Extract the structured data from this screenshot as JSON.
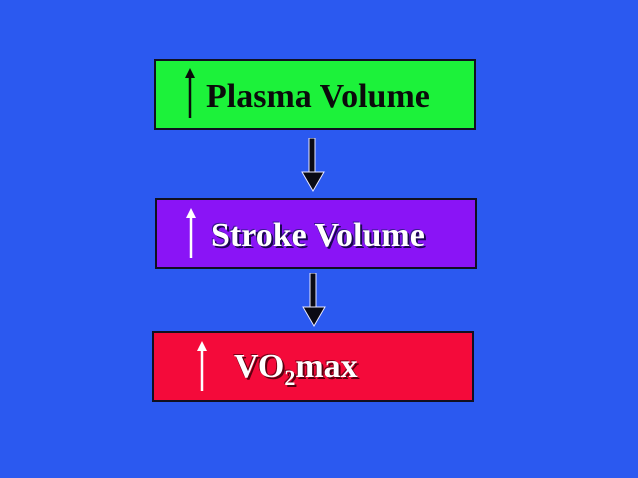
{
  "boxes": [
    {
      "id": "plasma",
      "text": "Plasma Volume",
      "direction": "up"
    },
    {
      "id": "stroke",
      "text": "Stroke Volume",
      "direction": "up"
    },
    {
      "id": "vo2",
      "text_main": "VO",
      "text_sub": "2",
      "text_tail": "max",
      "direction": "up"
    }
  ],
  "colors": {
    "background": "#2b59f0",
    "plasma_box": "#1cf23a",
    "stroke_box": "#8a14f6",
    "vo2_box": "#f40a3a",
    "arrow": "#0a0a14"
  },
  "icons": {
    "up": "up-arrow-icon",
    "down": "down-arrow-icon"
  }
}
